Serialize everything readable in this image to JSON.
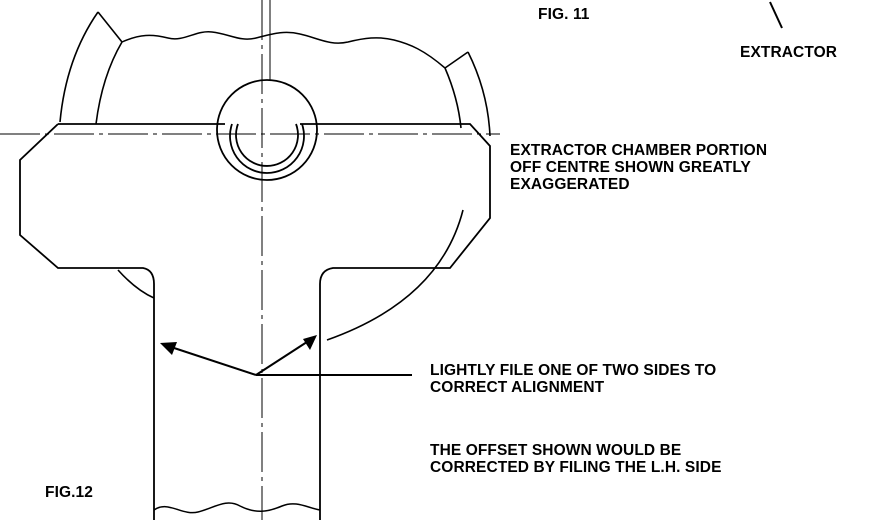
{
  "labels": {
    "fig11": "FIG. 11",
    "extractor": "EXTRACTOR",
    "chamber_note": [
      "EXTRACTOR CHAMBER PORTION",
      "OFF CENTRE SHOWN GREATLY",
      "EXAGGERATED"
    ],
    "file_note": [
      "LIGHTLY FILE ONE OF TWO SIDES TO",
      "CORRECT ALIGNMENT"
    ],
    "offset_note": [
      "THE OFFSET SHOWN WOULD BE",
      "CORRECTED BY FILING THE L.H. SIDE"
    ],
    "fig12": "FIG.12"
  }
}
